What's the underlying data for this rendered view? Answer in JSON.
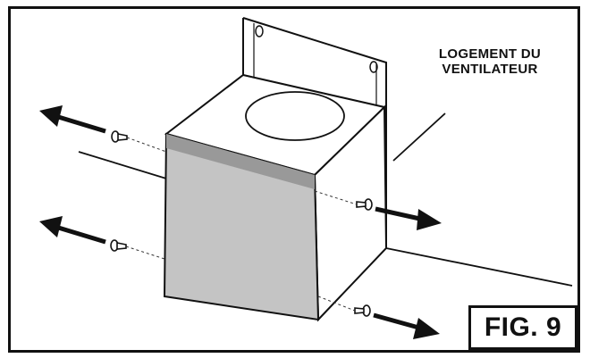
{
  "callout": {
    "line1": "LOGEMENT DU",
    "line2": "VENTILATEUR"
  },
  "figure": {
    "label": "FIG. 9"
  },
  "colors": {
    "line": "#111111",
    "panel": "#c4c4c4",
    "strip": "#999999",
    "background": "#ffffff"
  }
}
